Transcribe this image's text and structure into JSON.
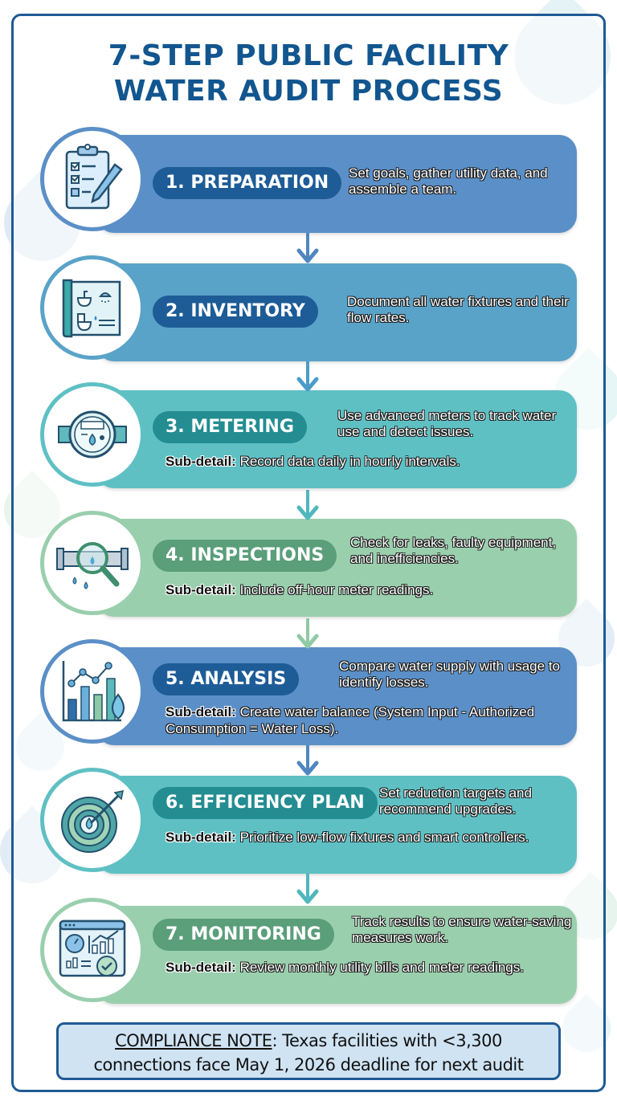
{
  "title": {
    "line1": "7-STEP PUBLIC FACILITY",
    "line2": "WATER AUDIT PROCESS"
  },
  "colors": {
    "title": "#12568f",
    "frame": "#1f5a94",
    "blue_card": "#5b8fc7",
    "sky_card": "#5aa3c8",
    "teal_card": "#5fc0c4",
    "green_card": "#9acfae"
  },
  "steps": [
    {
      "label": "1. PREPARATION",
      "description": "Set goals, gather utility data, and assemble a team.",
      "icon": "clipboard-checklist-icon"
    },
    {
      "label": "2. INVENTORY",
      "description": "Document all water fixtures and their flow rates.",
      "icon": "floorplan-fixtures-icon"
    },
    {
      "label": "3. METERING",
      "description": "Use advanced meters to track water use and detect issues.",
      "sub_label": "Sub-detail:",
      "sub_text": "Record data daily in hourly intervals.",
      "icon": "water-meter-icon"
    },
    {
      "label": "4. INSPECTIONS",
      "description": "Check for leaks, faulty equipment, and inefficiencies.",
      "sub_label": "Sub-detail:",
      "sub_text": "Include off-hour meter readings.",
      "icon": "pipe-magnifier-icon"
    },
    {
      "label": "5. ANALYSIS",
      "description": "Compare water supply with usage to identify losses.",
      "sub_label": "Sub-detail:",
      "sub_text": "Create water balance (System Input - Authorized Consumption = Water Loss).",
      "icon": "chart-droplet-icon"
    },
    {
      "label": "6. EFFICIENCY PLAN",
      "description": "Set reduction targets and recommend upgrades.",
      "sub_label": "Sub-detail:",
      "sub_text": "Prioritize low-flow fixtures and smart controllers.",
      "icon": "target-arrow-icon"
    },
    {
      "label": "7. MONITORING",
      "description": "Track results to ensure water-saving measures work.",
      "sub_label": "Sub-detail:",
      "sub_text": "Review monthly utility bills and meter readings.",
      "icon": "dashboard-icon"
    }
  ],
  "note": {
    "heading": "COMPLIANCE NOTE",
    "line1": ": Texas facilities with <3,300",
    "line2": "connections face May 1, 2026 deadline for next audit"
  }
}
